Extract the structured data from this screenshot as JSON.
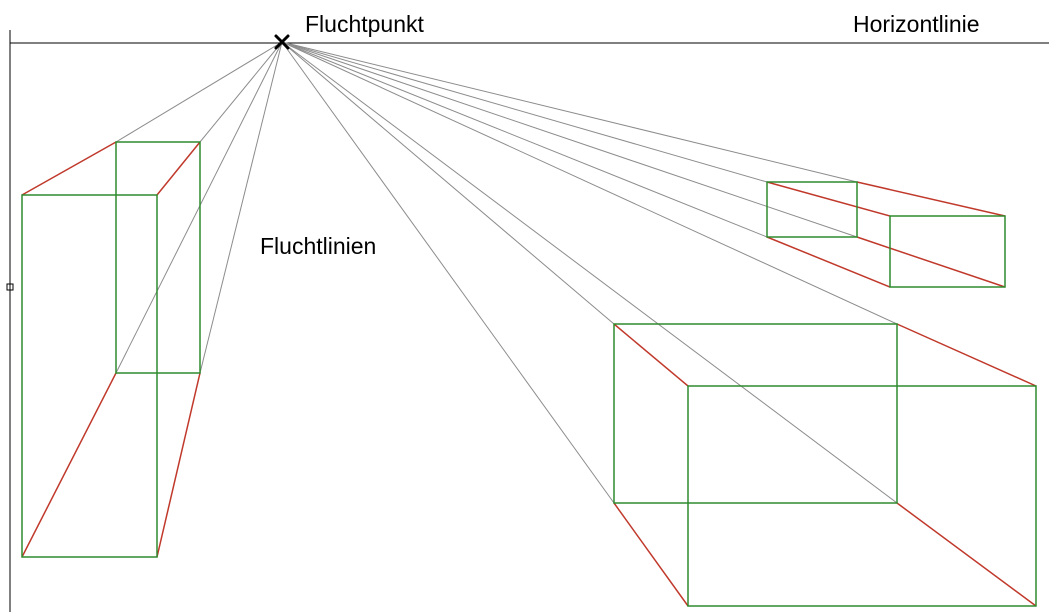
{
  "labels": {
    "vanishing_point": "Fluchtpunkt",
    "horizon_line": "Horizontlinie",
    "vanishing_lines": "Fluchtlinien"
  },
  "colors": {
    "horizon": "#000000",
    "vanishing_line": "#8c8c8c",
    "box_edge": "#2e8b2e",
    "receding_edge": "#c0392b",
    "marker": "#000000"
  },
  "icons": {
    "vanishing_point_marker": "x-mark-icon"
  }
}
